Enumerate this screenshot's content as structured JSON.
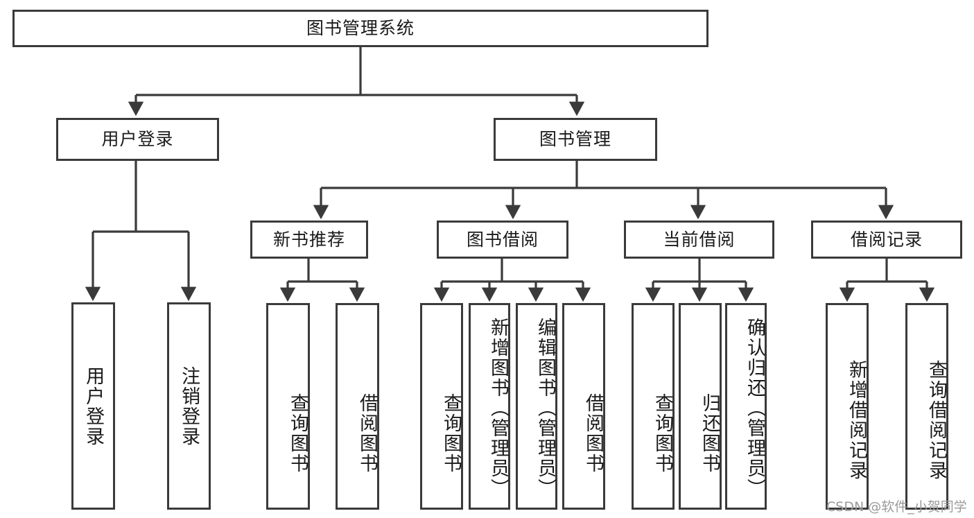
{
  "diagram": {
    "title": "图书管理系统",
    "type": "hierarchy-tree",
    "line_color": "#3a3a3a",
    "box_fill": "#ffffff",
    "text_color": "#1a1a1a"
  },
  "nodes": {
    "root": {
      "label": "图书管理系统"
    },
    "level2": [
      {
        "id": "user-login",
        "label": "用户登录"
      },
      {
        "id": "book-manage",
        "label": "图书管理"
      }
    ],
    "level3": [
      {
        "id": "new-book-recommend",
        "label": "新书推荐"
      },
      {
        "id": "book-borrow",
        "label": "图书借阅"
      },
      {
        "id": "current-borrow",
        "label": "当前借阅"
      },
      {
        "id": "borrow-record",
        "label": "借阅记录"
      }
    ],
    "leaves": {
      "user_login": [
        {
          "id": "leaf-user-login",
          "label": "用户登录"
        },
        {
          "id": "leaf-logout-login",
          "label": "注销登录"
        }
      ],
      "new_book_recommend": [
        {
          "id": "leaf-query-book-1",
          "label": "查询图书"
        },
        {
          "id": "leaf-borrow-book-1",
          "label": "借阅图书"
        }
      ],
      "book_borrow": [
        {
          "id": "leaf-query-book-2",
          "label": "查询图书"
        },
        {
          "id": "leaf-add-book-admin",
          "label": "新增图书（管理员）"
        },
        {
          "id": "leaf-edit-book-admin",
          "label": "编辑图书（管理员）"
        },
        {
          "id": "leaf-borrow-book-2",
          "label": "借阅图书"
        }
      ],
      "current_borrow": [
        {
          "id": "leaf-query-book-3",
          "label": "查询图书"
        },
        {
          "id": "leaf-return-book",
          "label": "归还图书"
        },
        {
          "id": "leaf-confirm-return-admin",
          "label": "确认归还（管理员）"
        }
      ],
      "borrow_record": [
        {
          "id": "leaf-add-borrow-record",
          "label": "新增借阅记录"
        },
        {
          "id": "leaf-query-borrow-record",
          "label": "查询借阅记录"
        }
      ]
    }
  },
  "watermark": {
    "text": "CSDN @软件_小贺同学"
  }
}
